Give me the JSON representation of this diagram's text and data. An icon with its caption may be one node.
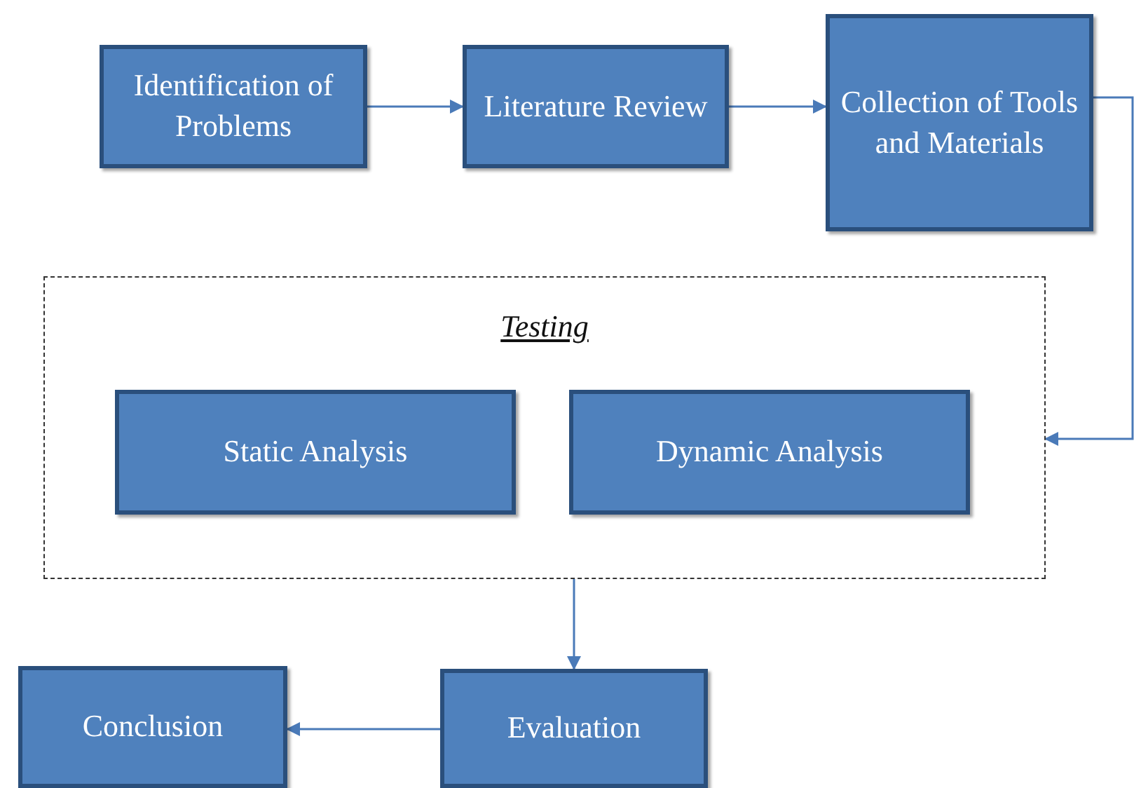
{
  "diagram": {
    "nodes": [
      {
        "text": [
          "Identification of Problems"
        ]
      },
      {
        "text": [
          "Literature Review"
        ]
      },
      {
        "text": [
          "Collection of Tools and Materials"
        ]
      },
      {
        "text": [
          "Testing"
        ]
      },
      {
        "text": [
          "Static Analysis"
        ],
        "in": 3
      },
      {
        "text": [
          "Dynamic Analysis"
        ],
        "in": 3
      },
      {
        "text": [
          "Evaluation"
        ]
      },
      {
        "text": [
          "Conclusion"
        ]
      }
    ],
    "edges": [
      {
        "from": 0,
        "to": 1,
        "arrow": "to"
      },
      {
        "from": 1,
        "to": 2,
        "arrow": "to"
      },
      {
        "from": 2,
        "to": 3,
        "arrow": "to"
      },
      {
        "from": 3,
        "to": 6,
        "arrow": "to"
      },
      {
        "from": 6,
        "to": 7,
        "arrow": "to"
      }
    ]
  }
}
